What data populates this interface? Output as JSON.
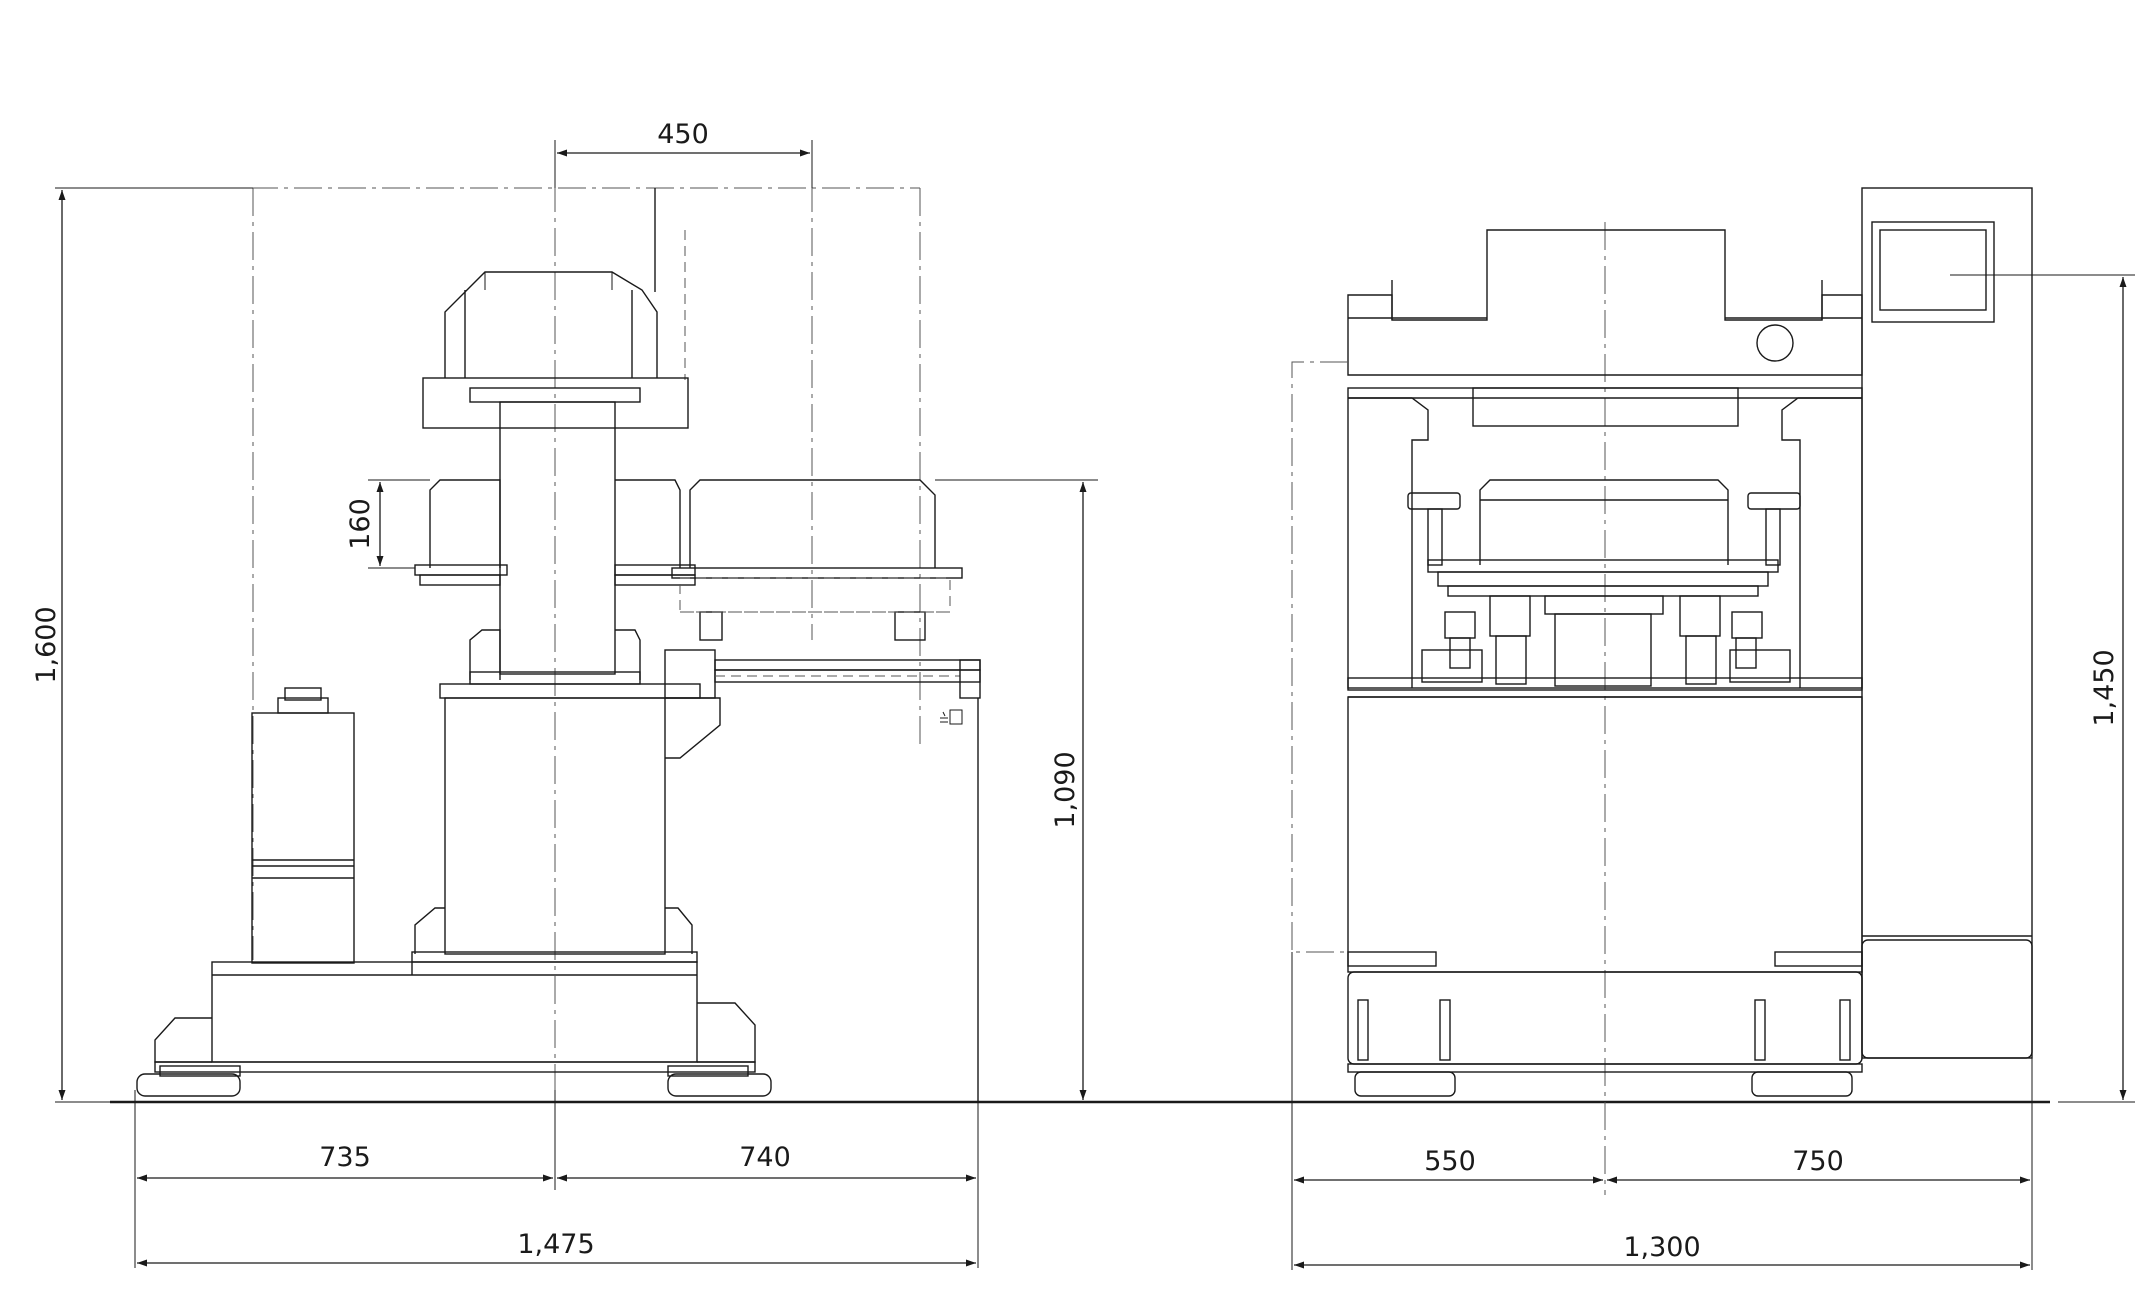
{
  "drawing": {
    "left_view": {
      "dimensions": {
        "overall_height": "1,600",
        "upper_width": "450",
        "table_thickness": "160",
        "table_height": "1,090",
        "left_part": "735",
        "right_part": "740",
        "overall_width": "1,475"
      }
    },
    "right_view": {
      "dimensions": {
        "overall_height": "1,450",
        "left_part": "550",
        "right_part": "750",
        "overall_width": "1,300"
      }
    }
  }
}
